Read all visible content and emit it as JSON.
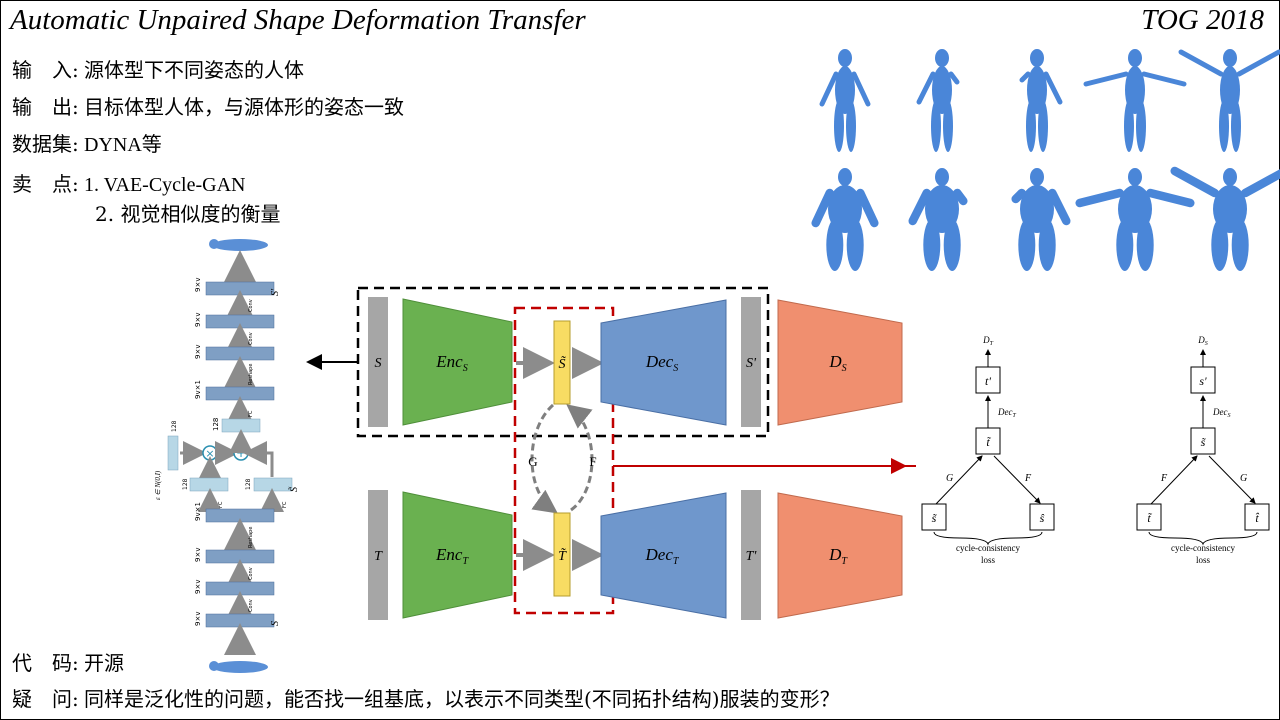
{
  "header": {
    "title": "Automatic Unpaired Shape Deformation Transfer",
    "venue": "TOG 2018"
  },
  "info": {
    "input_label": "输　入:",
    "input_text": "源体型下不同姿态的人体",
    "output_label": "输　出:",
    "output_text": "目标体型人体，与源体形的姿态一致",
    "dataset_label": "数据集:",
    "dataset_text": "DYNA等",
    "highlights_label": "卖　点:",
    "highlight_1": "1. VAE-Cycle-GAN",
    "highlight_2": "2. 视觉相似度的衡量",
    "code_label": "代　码:",
    "code_text": "开源",
    "question_label": "疑　问:",
    "question_text": "同样是泛化性的问题，能否找一组基底，以表示不同类型(不同拓扑结构)服装的变形？"
  },
  "vae_diagram": {
    "dim_labels": [
      "9×v",
      "9×v",
      "9×v",
      "9v×1",
      "128",
      "128",
      "128",
      "9v×1",
      "9×v",
      "9×v",
      "9×v"
    ],
    "layer_labels": [
      "Conv",
      "Conv",
      "Reshape",
      "FC",
      "FC",
      "FC",
      "Reshape",
      "Conv",
      "Conv"
    ],
    "eps_label": "ε ∈ N(0,I)",
    "s_in": "S",
    "s_out": "S'",
    "colors": {
      "layer": "#7f9fc4",
      "latent": "#b7d7e6",
      "arrow": "#8c8c8c",
      "op": "#2a8fb0"
    }
  },
  "architecture": {
    "top": {
      "input": "S",
      "encoder": "Enc",
      "latent": "S̃",
      "decoder": "Dec",
      "output": "S'",
      "disc": "D"
    },
    "bottom": {
      "input": "T",
      "encoder": "Enc",
      "latent": "T̃",
      "decoder": "Dec",
      "output": "T'",
      "disc": "D"
    },
    "enc_sub_top": "S",
    "enc_sub_bottom": "T",
    "map_g": "G",
    "map_f": "F",
    "colors": {
      "encoder": "#6ab150",
      "decoder": "#6f97cc",
      "latent": "#f8dc63",
      "disc": "#f08f6f",
      "bar": "#a6a6a6",
      "red": "#c00000"
    }
  },
  "cycle_left": {
    "top": "D",
    "top_sub": "T",
    "node_top": "t'",
    "edge_dec": "Dec",
    "edge_dec_sub": "T",
    "node_mid": "t̃",
    "g": "G",
    "f": "F",
    "left": "s̃",
    "right": "ŝ",
    "loss1": "cycle-consistency",
    "loss2": "loss"
  },
  "cycle_right": {
    "top": "D",
    "top_sub": "S",
    "node_top": "s'",
    "edge_dec": "Dec",
    "edge_dec_sub": "S",
    "node_mid": "s̃",
    "f": "F",
    "g": "G",
    "left": "t̃",
    "right": "t̂",
    "loss1": "cycle-consistency",
    "loss2": "loss"
  },
  "body_images": {
    "rows": 2,
    "cols": 5,
    "color": "#4a86d8"
  }
}
